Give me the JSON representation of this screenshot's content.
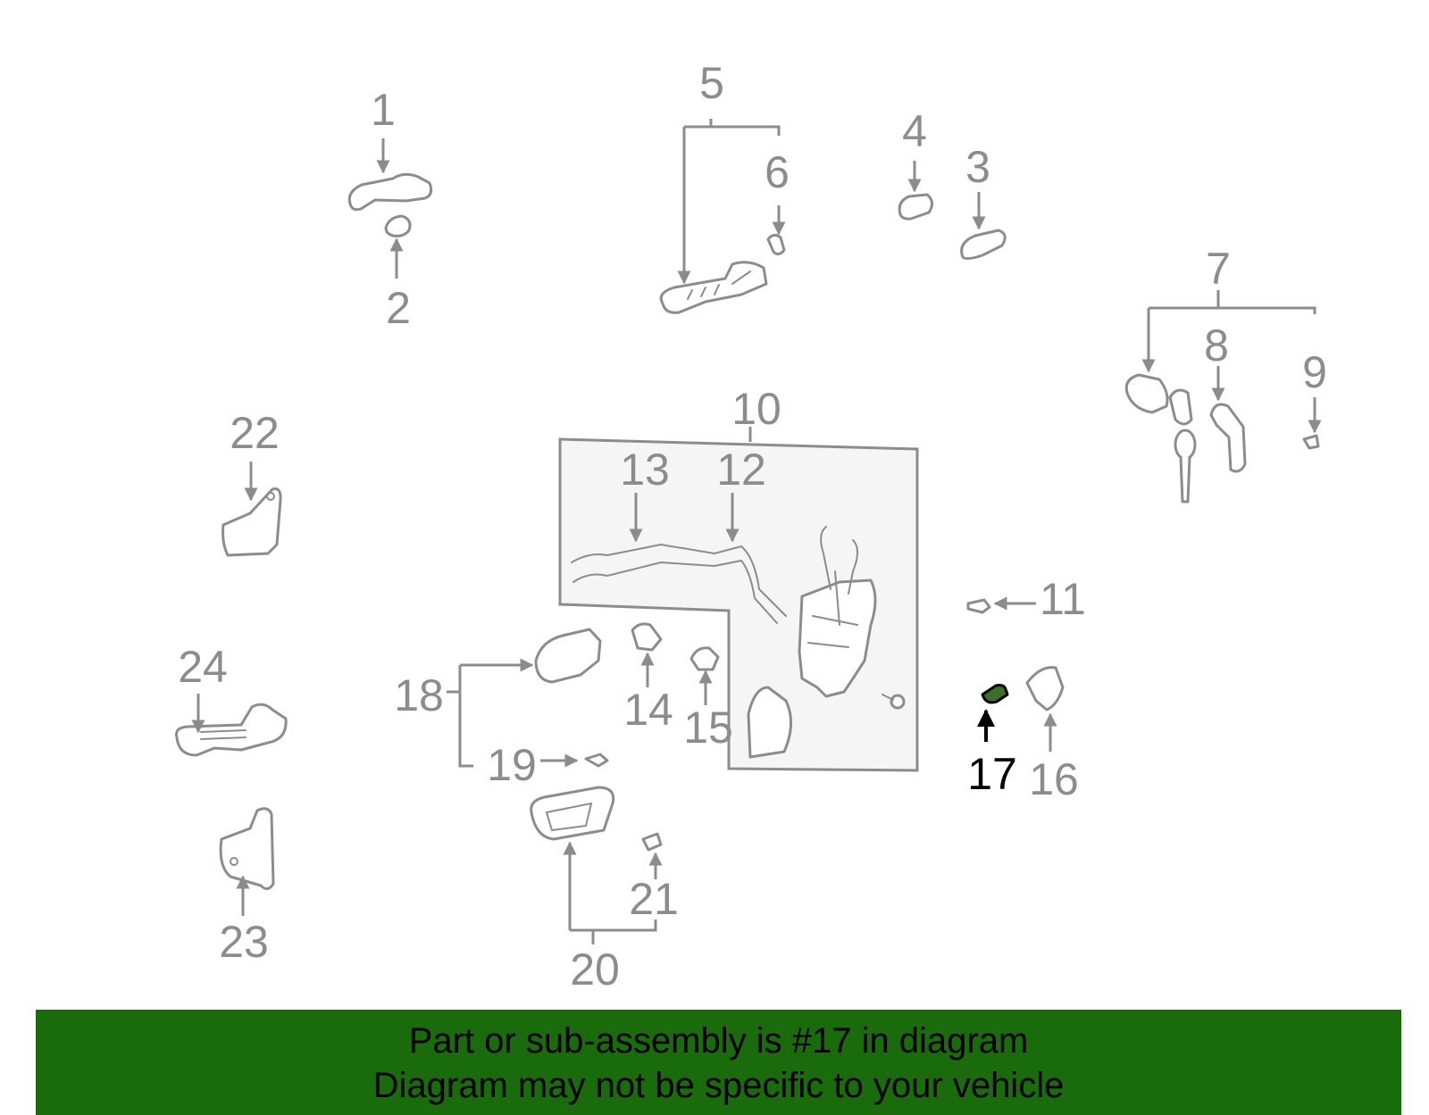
{
  "diagram": {
    "highlighted_part": "17",
    "labels": [
      "1",
      "2",
      "3",
      "4",
      "5",
      "6",
      "7",
      "8",
      "9",
      "10",
      "11",
      "12",
      "13",
      "14",
      "15",
      "16",
      "17",
      "18",
      "19",
      "20",
      "21",
      "22",
      "23",
      "24"
    ],
    "colors": {
      "line": "#8c8c8c",
      "highlight": "#000000",
      "highlight_fill": "#3b6f2a",
      "inset_bg": "#f5f5f5"
    }
  },
  "banner": {
    "line1": "Part or sub-assembly is #17 in diagram",
    "line2": "Diagram may not be specific to your vehicle",
    "background": "#1a6b0c"
  }
}
